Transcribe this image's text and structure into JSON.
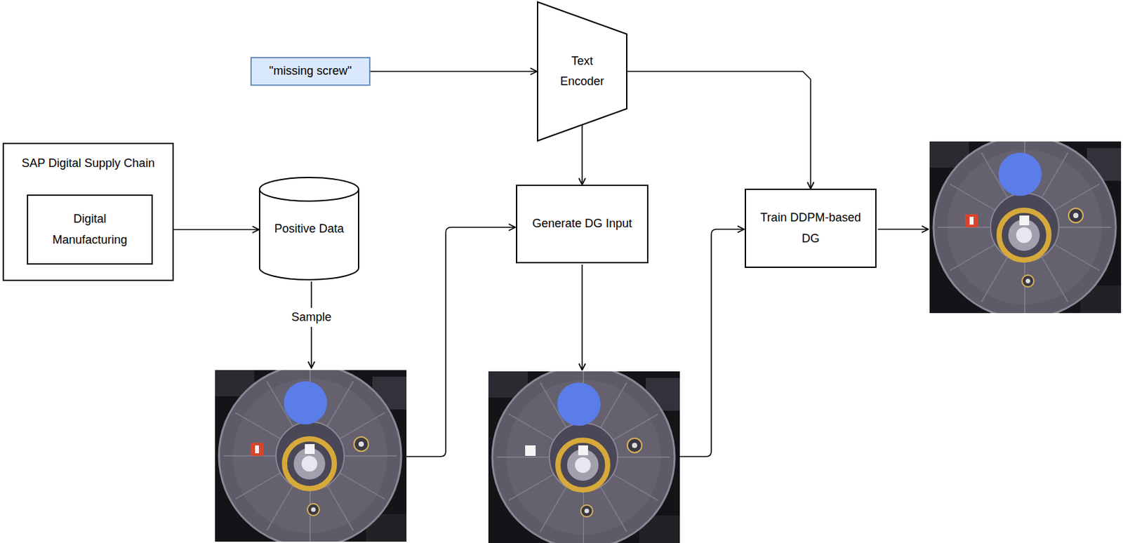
{
  "diagram": {
    "nodes": [
      {
        "text": [
          "\"missing screw\""
        ]
      },
      {
        "text": [
          "Text Encoder"
        ]
      },
      {
        "text": [
          "SAP Digital Supply Chain"
        ]
      },
      {
        "text": [
          "Digital Manufacturing"
        ],
        "in": 2
      },
      {
        "text": [
          "Positive Data"
        ]
      },
      {
        "text": [
          "Generate DG Input"
        ]
      },
      {
        "text": [
          "Train DDPM-based DG"
        ]
      }
    ],
    "edges": [
      {
        "from": 0,
        "to": 1,
        "arrow": "to"
      },
      {
        "from": 1,
        "to": 5,
        "arrow": "to"
      },
      {
        "from": 1,
        "to": 6,
        "arrow": "to"
      },
      {
        "from": 3,
        "to": 4,
        "arrow": "to"
      }
    ],
    "labels": [
      "Sample"
    ]
  }
}
